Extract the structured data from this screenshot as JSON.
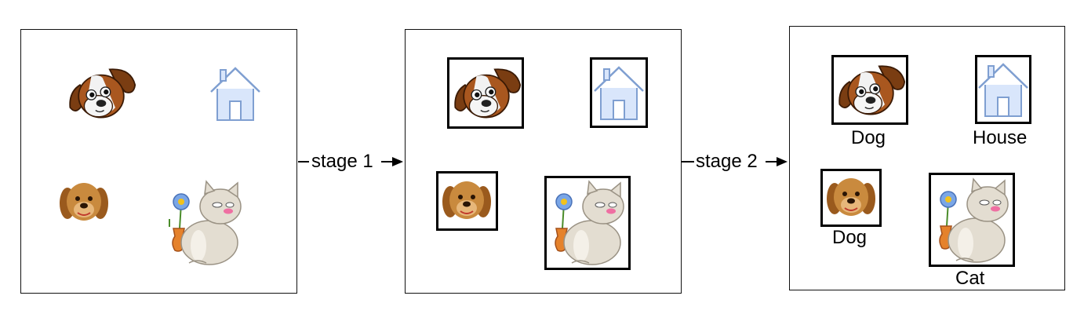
{
  "stages": [
    {
      "label": "stage 1"
    },
    {
      "label": "stage 2"
    }
  ],
  "panels": [
    {
      "name": "input-image",
      "objects": [
        {
          "icon": "beagle-dog-icon"
        },
        {
          "icon": "house-icon"
        },
        {
          "icon": "puppy-dog-icon"
        },
        {
          "icon": "cat-with-flower-icon"
        }
      ]
    },
    {
      "name": "detected-regions",
      "objects": [
        {
          "icon": "beagle-dog-icon"
        },
        {
          "icon": "house-icon"
        },
        {
          "icon": "puppy-dog-icon"
        },
        {
          "icon": "cat-with-flower-icon"
        }
      ]
    },
    {
      "name": "labeled-regions",
      "objects": [
        {
          "icon": "beagle-dog-icon",
          "label": "Dog"
        },
        {
          "icon": "house-icon",
          "label": "House"
        },
        {
          "icon": "puppy-dog-icon",
          "label": "Dog"
        },
        {
          "icon": "cat-with-flower-icon",
          "label": "Cat"
        }
      ]
    }
  ]
}
